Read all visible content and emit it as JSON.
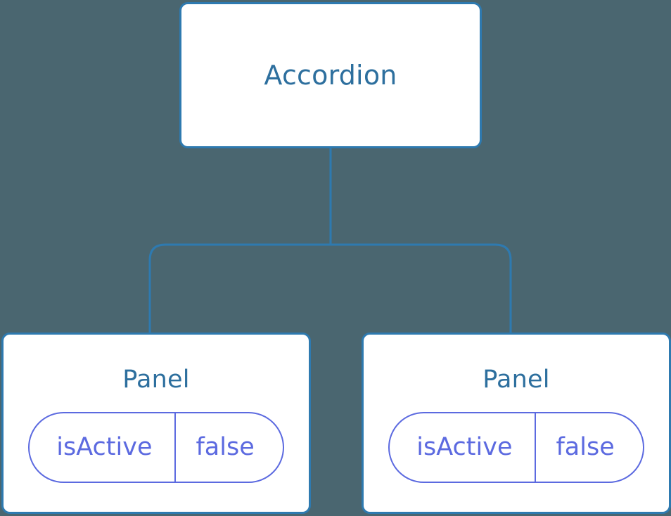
{
  "diagram": {
    "kind": "component-tree",
    "background_color": "#4a6670",
    "node_border_color": "#2e7ab0",
    "node_fill_color": "#ffffff",
    "node_title_color": "#2d6f9e",
    "badge_color": "#5c6ae0",
    "connector_color": "#2e7ab0",
    "root": {
      "title": "Accordion"
    },
    "children": [
      {
        "title": "Panel",
        "state": {
          "key": "isActive",
          "value": "false"
        }
      },
      {
        "title": "Panel",
        "state": {
          "key": "isActive",
          "value": "false"
        }
      }
    ]
  }
}
